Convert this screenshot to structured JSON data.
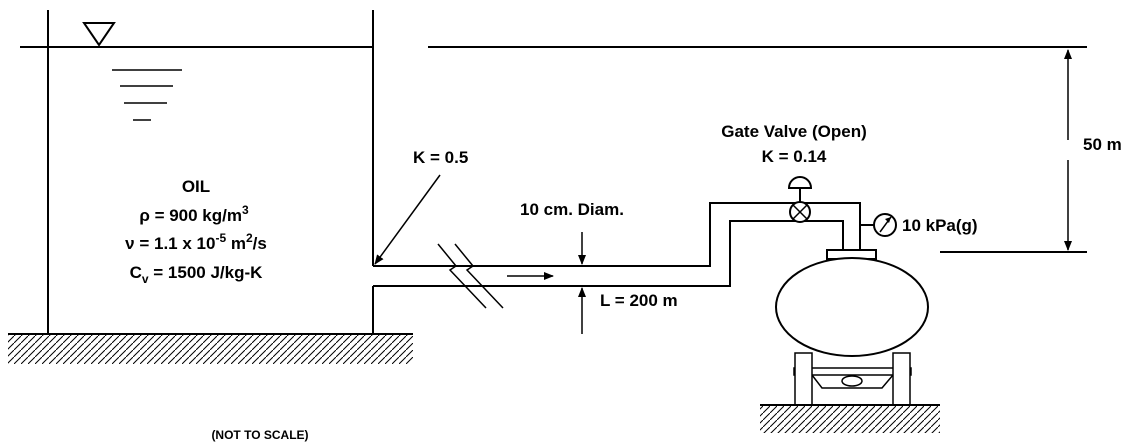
{
  "fluid": {
    "name": "OIL",
    "density": {
      "symbol": "ρ",
      "text": " = 900 kg/m",
      "exp": "3"
    },
    "viscosity": {
      "symbol": "ν",
      "text": " = 1.1 x 10",
      "exp": "-5",
      "unit": " m",
      "unit_exp": "2",
      "tail": "/s"
    },
    "heat_capacity": {
      "symbol": "C",
      "sub": "v",
      "text": " = 1500 J/kg-K"
    }
  },
  "entrance": {
    "k_label": "K = 0.5"
  },
  "pipe": {
    "diameter_label": "10 cm. Diam.",
    "length_label": "L = 200 m"
  },
  "valve": {
    "title": "Gate Valve (Open)",
    "k_label": "K = 0.14"
  },
  "gauge": {
    "reading": "10 kPa(g)"
  },
  "elevation": {
    "label": "50 m"
  },
  "note": "(NOT TO SCALE)"
}
